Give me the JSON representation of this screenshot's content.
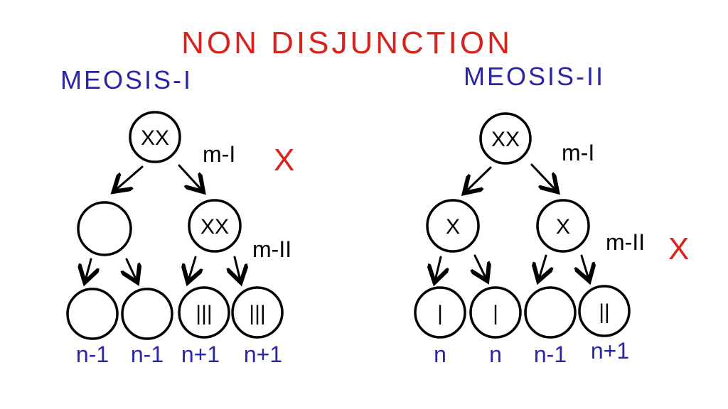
{
  "title": "NON DISJUNCTION",
  "left": {
    "heading": "MEOSIS-I",
    "top_cell": "XX",
    "step1_label": "m-I",
    "step1_mark": "X",
    "mid_cells": [
      "",
      "XX"
    ],
    "step2_label": "m-II",
    "bottom_cells": [
      "",
      "",
      "|||",
      "|||"
    ],
    "bottom_labels": [
      "n-1",
      "n-1",
      "n+1",
      "n+1"
    ]
  },
  "right": {
    "heading": "MEOSIS-II",
    "top_cell": "XX",
    "step1_label": "m-I",
    "mid_cells": [
      "X",
      "X"
    ],
    "step2_label": "m-II",
    "step2_mark": "X",
    "bottom_cells": [
      "|",
      "|",
      "",
      "||"
    ],
    "bottom_labels": [
      "n",
      "n",
      "n-1",
      "n+1"
    ]
  }
}
